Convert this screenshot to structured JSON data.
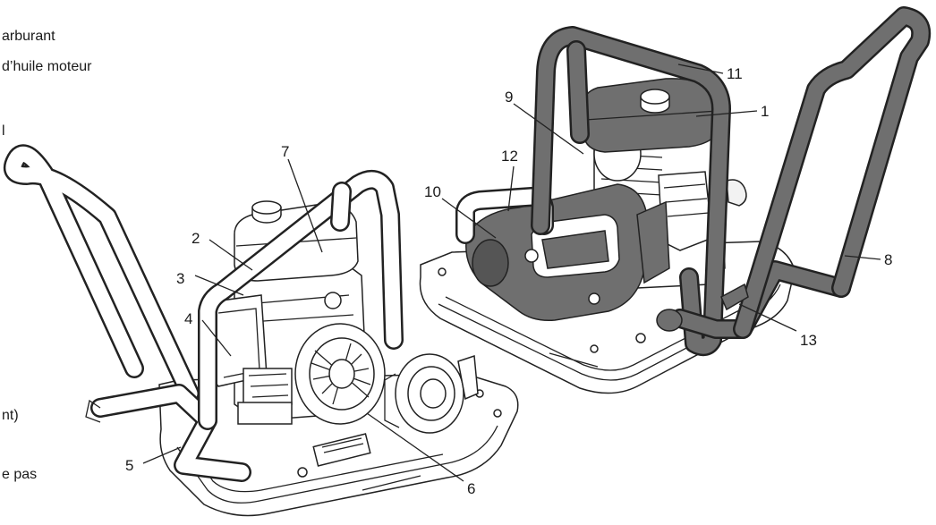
{
  "side_legend": {
    "line_1": "arburant",
    "line_2": "d’huile moteur",
    "line_3": "l",
    "line_4": "nt)",
    "line_5": "e pas"
  },
  "callouts": {
    "n1": "1",
    "n2": "2",
    "n3": "3",
    "n4": "4",
    "n5": "5",
    "n6": "6",
    "n7": "7",
    "n8": "8",
    "n9": "9",
    "n10": "10",
    "n11": "11",
    "n12": "12",
    "n13": "13"
  },
  "colors": {
    "outline": "#222222",
    "dark_part": "#6f6f6f",
    "light_part": "#f2f2f2"
  }
}
